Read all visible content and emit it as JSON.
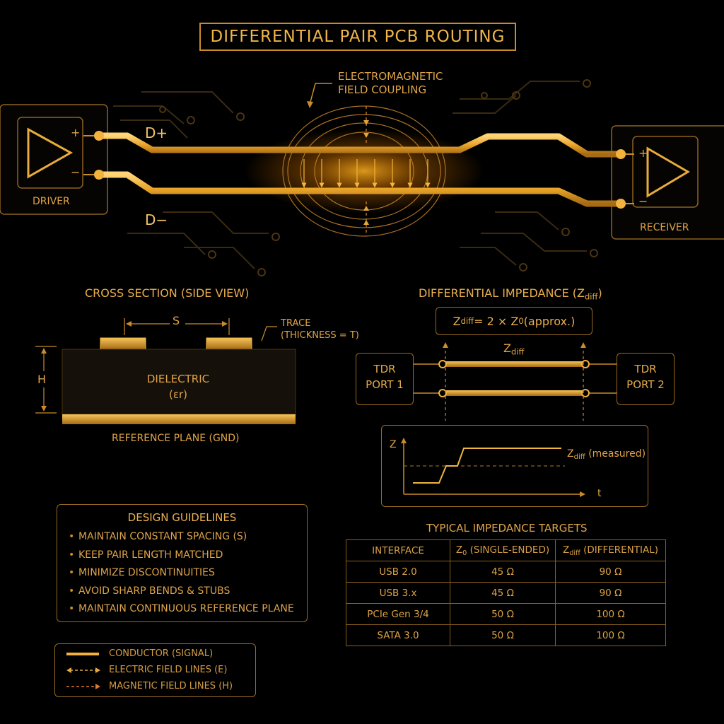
{
  "title": "DIFFERENTIAL PAIR PCB ROUTING",
  "top_diagram": {
    "field_label_line1": "ELECTROMAGNETIC",
    "field_label_line2": "FIELD COUPLING",
    "driver_label": "DRIVER",
    "receiver_label": "RECEIVER",
    "d_plus": "D+",
    "d_minus": "D−",
    "plus": "+",
    "minus": "−"
  },
  "cross_section": {
    "title": "CROSS SECTION (SIDE VIEW)",
    "spacing_label": "S",
    "trace_label_line1": "TRACE",
    "trace_label_line2": "(THICKNESS = T)",
    "height_label": "H",
    "dielectric_line1": "DIELECTRIC",
    "dielectric_line2": "(εr)",
    "reference_plane": "REFERENCE PLANE (GND)"
  },
  "impedance": {
    "title_prefix": "DIFFERENTIAL IMPEDANCE (Z",
    "title_sub": "diff",
    "title_suffix": ")",
    "formula_z": "Z",
    "formula_sub": "diff",
    "formula_mid": " = 2 × Z",
    "formula_sub0": "0",
    "formula_suffix": " (approx.)",
    "zdiff_z": "Z",
    "zdiff_sub": "diff",
    "port1_line1": "TDR",
    "port1_line2": "PORT 1",
    "port2_line1": "TDR",
    "port2_line2": "PORT 2",
    "graph_y": "Z",
    "graph_x": "t",
    "graph_label_z": "Z",
    "graph_label_sub": "diff",
    "graph_label_suffix": " (measured)"
  },
  "guidelines": {
    "title": "DESIGN GUIDELINES",
    "items": [
      "MAINTAIN CONSTANT SPACING (S)",
      "KEEP PAIR LENGTH MATCHED",
      "MINIMIZE DISCONTINUITIES",
      "AVOID SHARP BENDS & STUBS",
      "MAINTAIN CONTINUOUS REFERENCE PLANE"
    ]
  },
  "legend": {
    "conductor": "CONDUCTOR (SIGNAL)",
    "electric": "ELECTRIC FIELD LINES (E)",
    "magnetic": "MAGNETIC FIELD LINES (H)"
  },
  "targets": {
    "title": "TYPICAL IMPEDANCE TARGETS",
    "headers": {
      "interface": "INTERFACE",
      "z0_z": "Z",
      "z0_sub": "0",
      "z0_suffix": " (SINGLE-ENDED)",
      "zd_z": "Z",
      "zd_sub": "diff",
      "zd_suffix": " (DIFFERENTIAL)"
    },
    "rows": [
      [
        "USB 2.0",
        "45 Ω",
        "90 Ω"
      ],
      [
        "USB 3.x",
        "45 Ω",
        "90 Ω"
      ],
      [
        "PCIe Gen 3/4",
        "50 Ω",
        "100 Ω"
      ],
      [
        "SATA 3.0",
        "50 Ω",
        "100 Ω"
      ]
    ]
  },
  "colors": {
    "trace": "#f2b230",
    "glow": "#ff9a1a",
    "line": "#c98c2b",
    "text": "#e3a94a"
  }
}
